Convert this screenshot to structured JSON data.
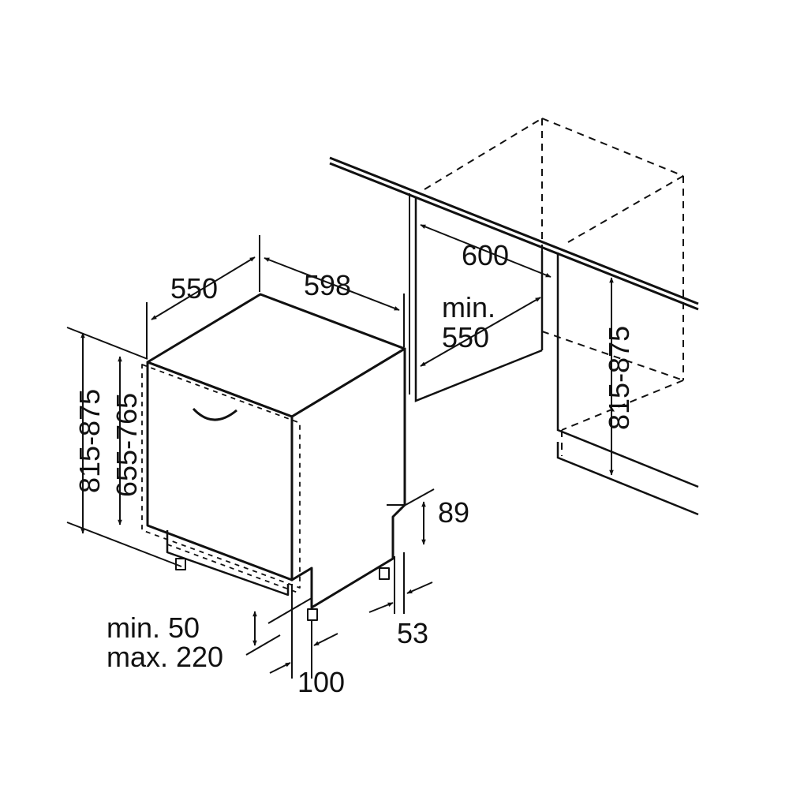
{
  "colors": {
    "line": "#111111",
    "background": "#ffffff"
  },
  "dimensions": {
    "depth": "550",
    "width": "598",
    "height_total": "815-875",
    "height_door": "655-765",
    "niche_depth": "600",
    "niche_depth_min_line1": "min.",
    "niche_depth_min_line2": "550",
    "niche_height": "815-875",
    "plinth_height": "89",
    "plinth_offset": "53",
    "plinth_depth": "100",
    "foot_adjust_line1": "min. 50",
    "foot_adjust_line2": "max. 220"
  }
}
